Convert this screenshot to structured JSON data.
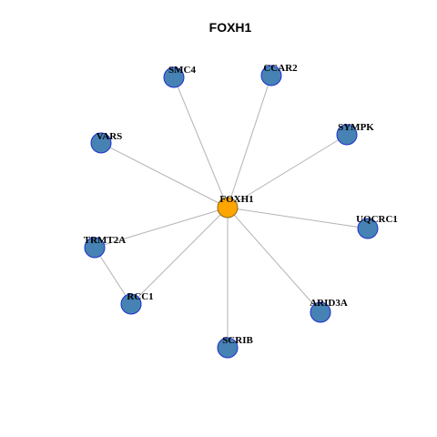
{
  "title": "FOXH1",
  "colors": {
    "center_fill": "#FFA500",
    "center_stroke": "#8B6914",
    "neighbor_fill": "#4682B4",
    "neighbor_stroke": "#1E2FCC",
    "edge": "#B3B3B3",
    "background": "#FFFFFF"
  },
  "network": {
    "center": "FOXH1",
    "nodes": [
      {
        "id": "FOXH1",
        "label": "FOXH1",
        "role": "center"
      },
      {
        "id": "SMC4",
        "label": "SMC4",
        "role": "neighbor"
      },
      {
        "id": "CCAR2",
        "label": "CCAR2",
        "role": "neighbor"
      },
      {
        "id": "SYMPK",
        "label": "SYMPK",
        "role": "neighbor"
      },
      {
        "id": "VARS",
        "label": "VARS",
        "role": "neighbor"
      },
      {
        "id": "UQCRC1",
        "label": "UQCRC1",
        "role": "neighbor"
      },
      {
        "id": "TRMT2A",
        "label": "TRMT2A",
        "role": "neighbor"
      },
      {
        "id": "RCC1",
        "label": "RCC1",
        "role": "neighbor"
      },
      {
        "id": "ARID3A",
        "label": "ARID3A",
        "role": "neighbor"
      },
      {
        "id": "SCRIB",
        "label": "SCRIB",
        "role": "neighbor"
      }
    ],
    "edges": [
      [
        "FOXH1",
        "SMC4"
      ],
      [
        "FOXH1",
        "CCAR2"
      ],
      [
        "FOXH1",
        "SYMPK"
      ],
      [
        "FOXH1",
        "VARS"
      ],
      [
        "FOXH1",
        "UQCRC1"
      ],
      [
        "FOXH1",
        "TRMT2A"
      ],
      [
        "FOXH1",
        "RCC1"
      ],
      [
        "FOXH1",
        "ARID3A"
      ],
      [
        "FOXH1",
        "SCRIB"
      ],
      [
        "TRMT2A",
        "RCC1"
      ]
    ]
  }
}
